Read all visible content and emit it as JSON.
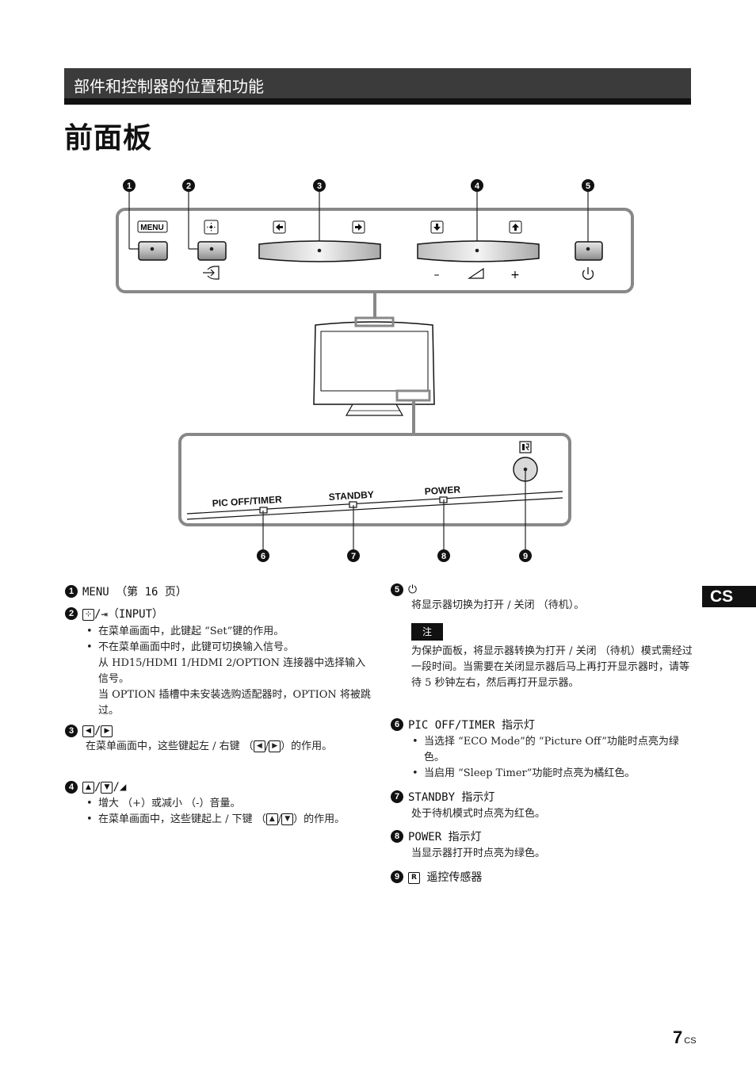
{
  "header": {
    "section": "部件和控制器的位置和功能",
    "title": "前面板"
  },
  "side_tab": "CS",
  "page_number": "7",
  "page_suffix": "CS",
  "diagram": {
    "callouts": [
      "1",
      "2",
      "3",
      "4",
      "5",
      "6",
      "7",
      "8",
      "9"
    ],
    "menu_key": "MENU",
    "minus": "–",
    "plus": "+",
    "led_pic_off": "PIC OFF/TIMER",
    "led_standby": "STANDBY",
    "led_power": "POWER"
  },
  "items": {
    "i1": {
      "num": "1",
      "head": "MENU （第 16 页）"
    },
    "i2": {
      "num": "2",
      "head": "（INPUT）",
      "b1": "在菜单画面中，此键起 “Set”键的作用。",
      "b2": "不在菜单画面中时，此键可切换输入信号。",
      "b2a": "从 HD15/HDMI 1/HDMI 2/OPTION 连接器中选择输入信号。",
      "b2b": "当 OPTION 插槽中未安装选购适配器时，OPTION 将被跳过。"
    },
    "i3": {
      "num": "3",
      "text": "在菜单画面中，这些键起左 / 右键 （",
      "text_end": "）的作用。"
    },
    "i4": {
      "num": "4",
      "b1": "增大 （+）或减小 （-）音量。",
      "b2": "在菜单画面中，这些键起上 / 下键 （",
      "b2_end": "）的作用。"
    },
    "i5": {
      "num": "5",
      "text": "将显示器切换为打开 / 关闭 （待机）。",
      "note_label": "注",
      "note": "为保护面板，将显示器转换为打开 / 关闭 （待机）模式需经过一段时间。当需要在关闭显示器后马上再打开显示器时，请等待 5 秒钟左右，然后再打开显示器。"
    },
    "i6": {
      "num": "6",
      "head": "PIC OFF/TIMER 指示灯",
      "b1": "当选择 “ECO Mode”的 “Picture Off”功能时点亮为绿色。",
      "b2": "当启用 “Sleep Timer”功能时点亮为橘红色。"
    },
    "i7": {
      "num": "7",
      "head": "STANDBY 指示灯",
      "text": "处于待机模式时点亮为红色。"
    },
    "i8": {
      "num": "8",
      "head": "POWER 指示灯",
      "text": "当显示器打开时点亮为绿色。"
    },
    "i9": {
      "num": "9",
      "head": "遥控传感器"
    }
  }
}
